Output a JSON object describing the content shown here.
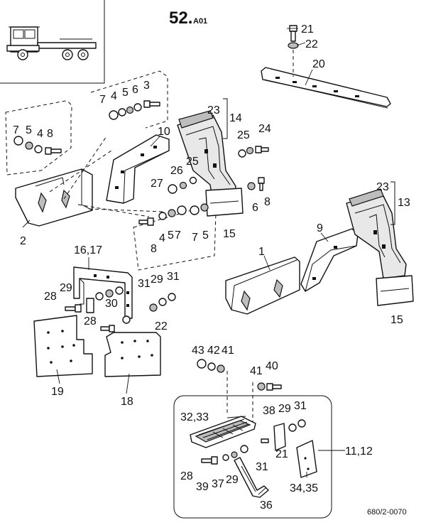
{
  "title": {
    "main": "52.",
    "sub": "A01"
  },
  "drawing_code": "680/2-0070",
  "callouts": {
    "c1": "1",
    "c2": "2",
    "c3": "3",
    "c4a": "4",
    "c4b": "4",
    "c5a": "5",
    "c5b": "5",
    "c5c": "5",
    "c6a": "6",
    "c6b": "6",
    "c7a": "7",
    "c7b": "7",
    "c7c": "7",
    "c7d": "7",
    "c8a": "8",
    "c8b": "8",
    "c8c": "8",
    "c9": "9",
    "c10": "10",
    "c11_12": "11,12",
    "c13": "13",
    "c14": "14",
    "c15a": "15",
    "c15b": "15",
    "c16_17": "16,17",
    "c18": "18",
    "c19": "19",
    "c20": "20",
    "c21a": "21",
    "c21b": "21",
    "c22a": "22",
    "c22b": "22",
    "c23a": "23",
    "c23b": "23",
    "c24": "24",
    "c25a": "25",
    "c25b": "25",
    "c26": "26",
    "c27": "27",
    "c28a": "28",
    "c28b": "28",
    "c28c": "28",
    "c29a": "29",
    "c29b": "29",
    "c29c": "29",
    "c29d": "29",
    "c30": "30",
    "c31a": "31",
    "c31b": "31",
    "c31c": "31",
    "c31d": "31",
    "c32_33": "32,33",
    "c34_35": "34,35",
    "c36": "36",
    "c37": "37",
    "c38": "38",
    "c39": "39",
    "c40": "40",
    "c41a": "41",
    "c41b": "41",
    "c42": "42",
    "c43": "43"
  }
}
